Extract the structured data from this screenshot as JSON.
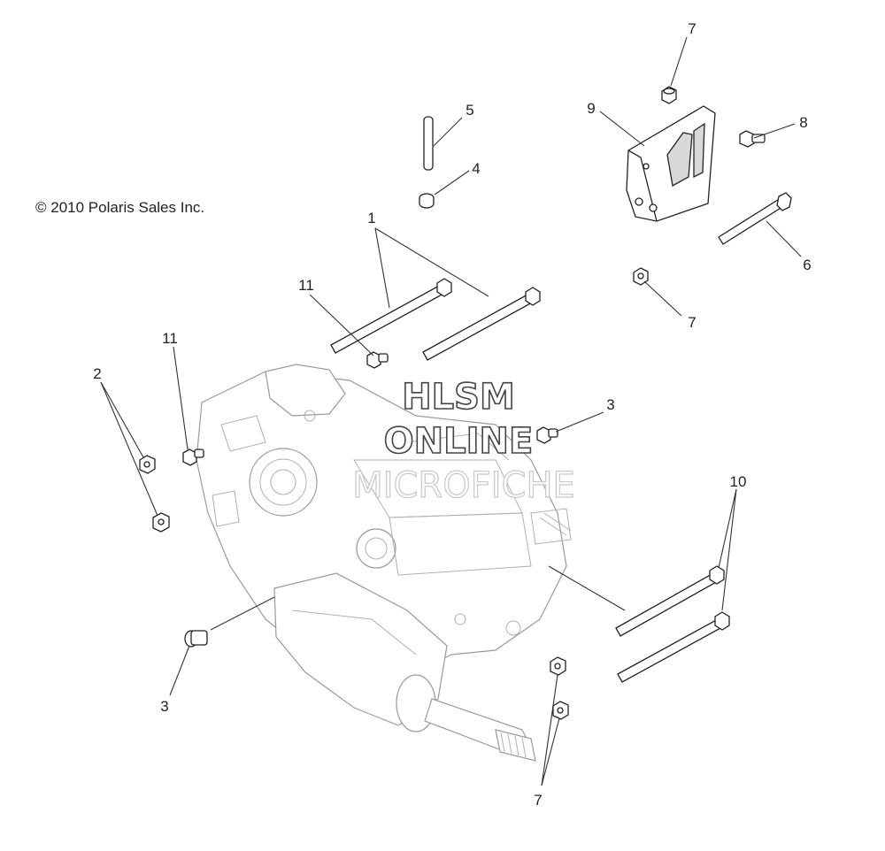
{
  "copyright": "© 2010 Polaris Sales Inc.",
  "watermark": {
    "line1": "HLSM",
    "line2": "ONLINE",
    "line3": "MICROFICHE"
  },
  "callouts": {
    "c1": "1",
    "c2": "2",
    "c3a": "3",
    "c3b": "3",
    "c4": "4",
    "c5": "5",
    "c6": "6",
    "c7a": "7",
    "c7b": "7",
    "c7c": "7",
    "c8": "8",
    "c9": "9",
    "c10": "10",
    "c11a": "11",
    "c11b": "11"
  }
}
